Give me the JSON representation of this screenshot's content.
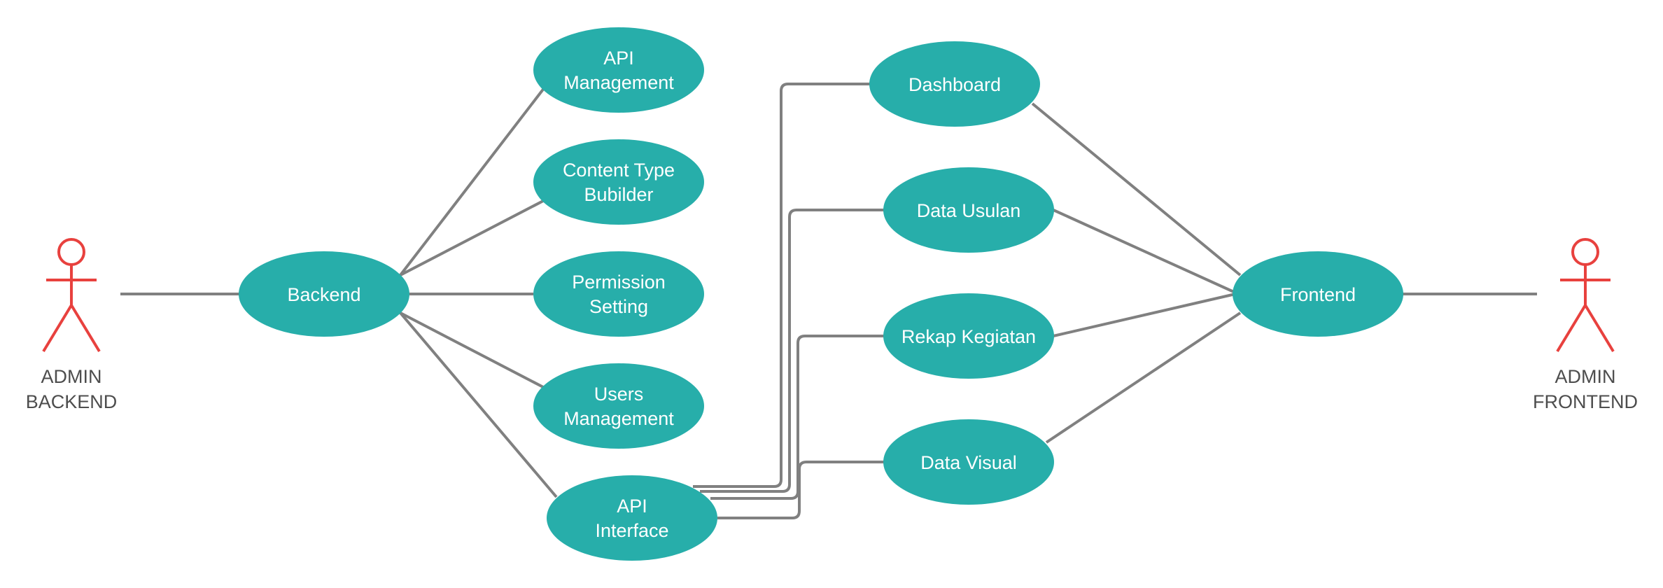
{
  "colors": {
    "usecase_fill": "#27aeaa",
    "connector": "#808080",
    "actor_stroke": "#e8413e",
    "actor_text": "#4d4d4d",
    "usecase_text": "#ffffff"
  },
  "actors": {
    "admin_backend": {
      "lines": [
        "ADMIN",
        "BACKEND"
      ]
    },
    "admin_frontend": {
      "lines": [
        "ADMIN",
        "FRONTEND"
      ]
    }
  },
  "usecases": {
    "backend": [
      "Backend"
    ],
    "api_management": [
      "API",
      "Management"
    ],
    "content_type_builder": [
      "Content Type",
      "Bubilder"
    ],
    "permission_setting": [
      "Permission",
      "Setting"
    ],
    "users_management": [
      "Users",
      "Management"
    ],
    "api_interface": [
      "API",
      "Interface"
    ],
    "dashboard": [
      "Dashboard"
    ],
    "data_usulan": [
      "Data Usulan"
    ],
    "rekap_kegiatan": [
      "Rekap Kegiatan"
    ],
    "data_visual": [
      "Data Visual"
    ],
    "frontend": [
      "Frontend"
    ]
  }
}
